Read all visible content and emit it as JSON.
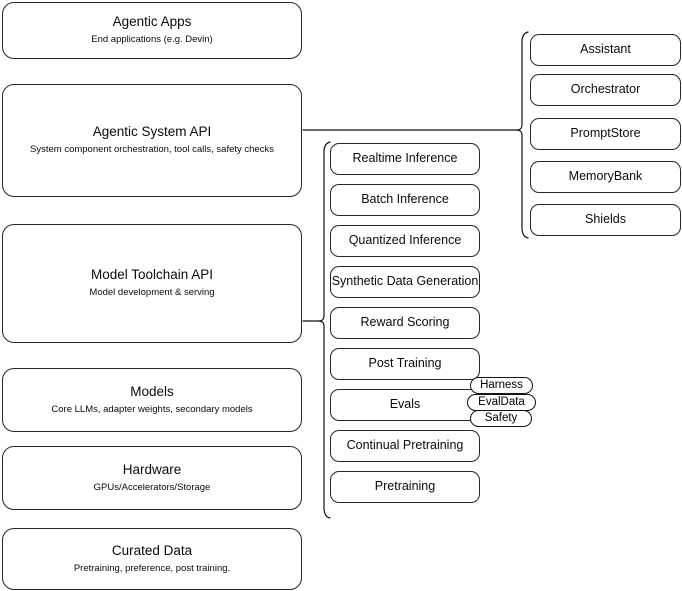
{
  "diagram": {
    "title": "AI stack layer diagram",
    "accent_color": "#262626",
    "background_color": "#ffffff",
    "layers": [
      {
        "name": "agentic-apps",
        "title": "Agentic Apps",
        "subtitle": "End applications (e.g. Devin)"
      },
      {
        "name": "agentic-system-api",
        "title": "Agentic System API",
        "subtitle": "System component orchestration, tool calls, safety checks"
      },
      {
        "name": "model-toolchain-api",
        "title": "Model Toolchain API",
        "subtitle": "Model development & serving"
      },
      {
        "name": "models",
        "title": "Models",
        "subtitle": "Core LLMs, adapter weights, secondary models"
      },
      {
        "name": "hardware",
        "title": "Hardware",
        "subtitle": "GPUs/Accelerators/Storage"
      },
      {
        "name": "curated-data",
        "title": "Curated Data",
        "subtitle": "Pretraining, preference, post training."
      }
    ],
    "toolchain_capabilities": [
      {
        "name": "realtime-inference",
        "label": "Realtime Inference"
      },
      {
        "name": "batch-inference",
        "label": "Batch Inference"
      },
      {
        "name": "quantized-inference",
        "label": "Quantized Inference"
      },
      {
        "name": "synthetic-data-generation",
        "label": "Synthetic Data Generation"
      },
      {
        "name": "reward-scoring",
        "label": "Reward Scoring"
      },
      {
        "name": "post-training",
        "label": "Post Training"
      },
      {
        "name": "evals",
        "label": "Evals"
      },
      {
        "name": "continual-pretraining",
        "label": "Continual Pretraining"
      },
      {
        "name": "pretraining",
        "label": "Pretraining"
      }
    ],
    "evals_badges": [
      {
        "name": "harness",
        "label": "Harness"
      },
      {
        "name": "evaldata",
        "label": "EvalData"
      },
      {
        "name": "safety",
        "label": "Safety"
      }
    ],
    "agentic_system_components": [
      {
        "name": "assistant",
        "label": "Assistant"
      },
      {
        "name": "orchestrator",
        "label": "Orchestrator"
      },
      {
        "name": "promptstore",
        "label": "PromptStore"
      },
      {
        "name": "memorybank",
        "label": "MemoryBank"
      },
      {
        "name": "shields",
        "label": "Shields"
      }
    ]
  }
}
